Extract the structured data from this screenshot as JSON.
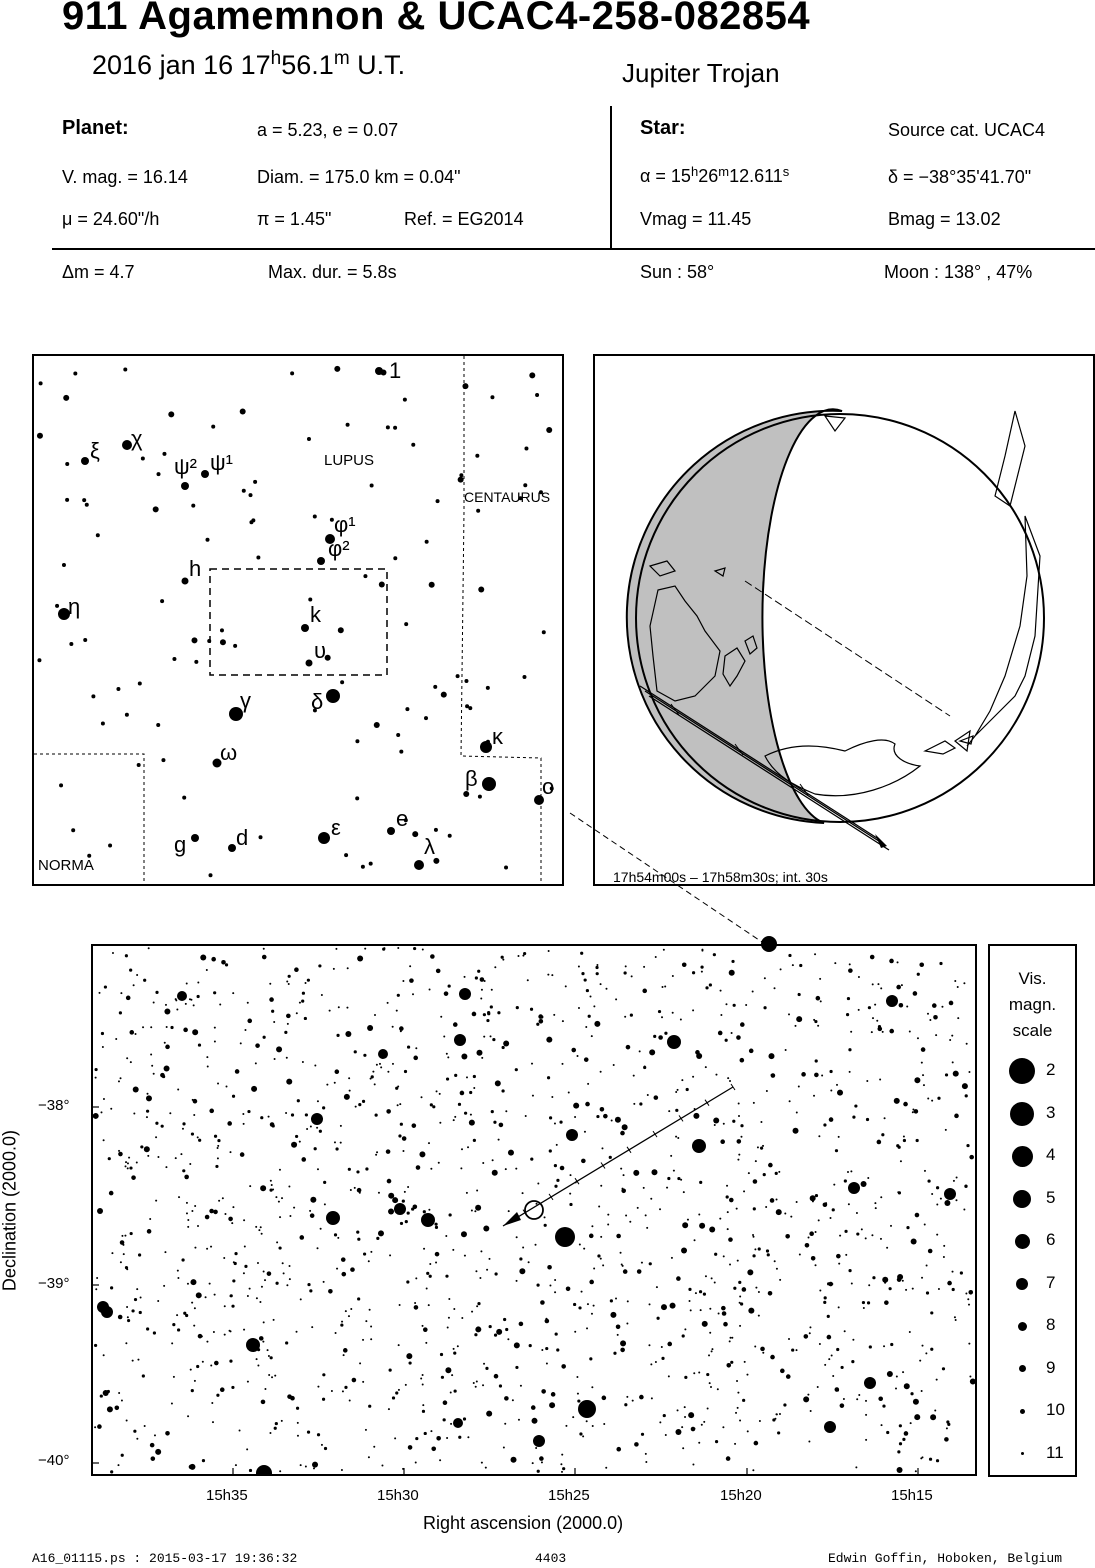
{
  "header": {
    "title": "911 Agamemnon  &  UCAC4-258-082854",
    "date": "2016 jan 16  17",
    "hours_sup": "h",
    "time_min": "56.1",
    "min_sup": "m",
    "time_suffix": " U.T.",
    "object_class": "Jupiter Trojan"
  },
  "planet": {
    "heading": "Planet:",
    "orbit": "a = 5.23, e = 0.07",
    "vmag": "V. mag. = 16.14",
    "diam": "Diam. = 175.0 km = 0.04\"",
    "mu": "μ =  24.60\"/h",
    "pi": "π =  1.45\"",
    "ref": "Ref. = EG2014"
  },
  "star": {
    "heading": "Star:",
    "source": "Source cat.  UCAC4",
    "alpha_prefix": "α = 15",
    "alpha_h": "h",
    "alpha_mid": "26",
    "alpha_m": "m",
    "alpha_s_val": "12.611",
    "alpha_s": "s",
    "delta": "δ = −38°35'41.70\"",
    "vmag": "Vmag = 11.45",
    "bmag": "Bmag = 13.02"
  },
  "event": {
    "dm": "Δm = 4.7",
    "maxdur": "Max. dur. = 5.8s",
    "sun": "Sun :  58°",
    "moon": "Moon : 138° , 47%"
  },
  "finder": {
    "constellations": [
      "LUPUS",
      "CENTAURUS",
      "NORMA"
    ],
    "labels": [
      "1",
      "χ",
      "ξ",
      "ψ²",
      "ψ¹",
      "φ¹",
      "φ²",
      "h",
      "η",
      "k",
      "υ",
      "γ",
      "δ",
      "κ",
      "ω",
      "β",
      "o",
      "e",
      "g",
      "d",
      "ε",
      "λ"
    ]
  },
  "globe": {
    "time_range": "17h54m00s – 17h58m30s; int. 30s"
  },
  "starchart": {
    "dec_ticks": [
      "−38°",
      "−39°",
      "−40°"
    ],
    "ra_ticks": [
      "15h35",
      "15h30",
      "15h25",
      "15h20",
      "15h15"
    ],
    "xlabel": "Right ascension (2000.0)",
    "ylabel": "Declination (2000.0)"
  },
  "scale": {
    "title_lines": [
      "Vis.",
      "magn.",
      "scale"
    ],
    "values": [
      "2",
      "3",
      "4",
      "5",
      "6",
      "7",
      "8",
      "9",
      "10",
      "11"
    ]
  },
  "footer": {
    "left": "A16_01115.ps : 2015-03-17 19:36:32",
    "center": "4403",
    "right": "Edwin Goffin, Hoboken, Belgium"
  }
}
